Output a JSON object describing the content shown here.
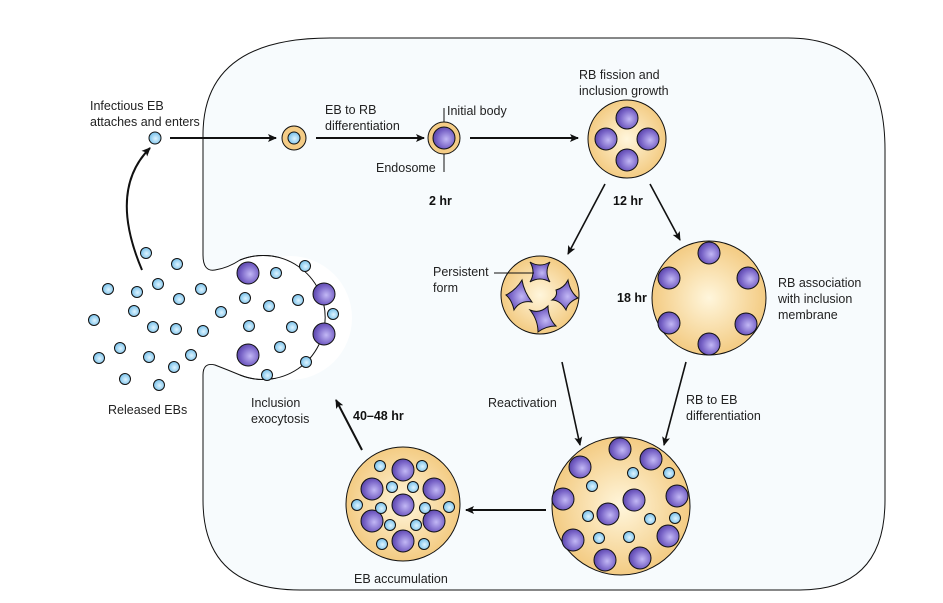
{
  "title": "Chlamydia developmental cycle",
  "colors": {
    "inclusion_fill": "#f6d89a",
    "inclusion_center": "#fff6dc",
    "rb_fill": "#7b66c8",
    "rb_highlight": "#b9aef0",
    "eb_fill": "#7fc8f0",
    "eb_highlight": "#d6f1ff",
    "cell_fill": "#f6fbfd",
    "stroke": "#111111"
  },
  "labels": {
    "infectious_eb": [
      "Infectious EB",
      "attaches and enters"
    ],
    "eb_to_rb": [
      "EB to RB",
      "differentiation"
    ],
    "initial_body": "Initial body",
    "endosome": "Endosome",
    "rb_fission": [
      "RB fission and",
      "inclusion growth"
    ],
    "persistent_form": [
      "Persistent",
      "form"
    ],
    "rb_association": [
      "RB association",
      "with inclusion",
      "membrane"
    ],
    "reactivation": "Reactivation",
    "rb_to_eb": [
      "RB to EB",
      "differentiation"
    ],
    "eb_accumulation": "EB accumulation",
    "inclusion_exocytosis": [
      "Inclusion",
      "exocytosis"
    ],
    "released_ebs": "Released EBs"
  },
  "times": {
    "t2": "2 hr",
    "t12": "12 hr",
    "t18": "18 hr",
    "t40": "40–48 hr"
  }
}
